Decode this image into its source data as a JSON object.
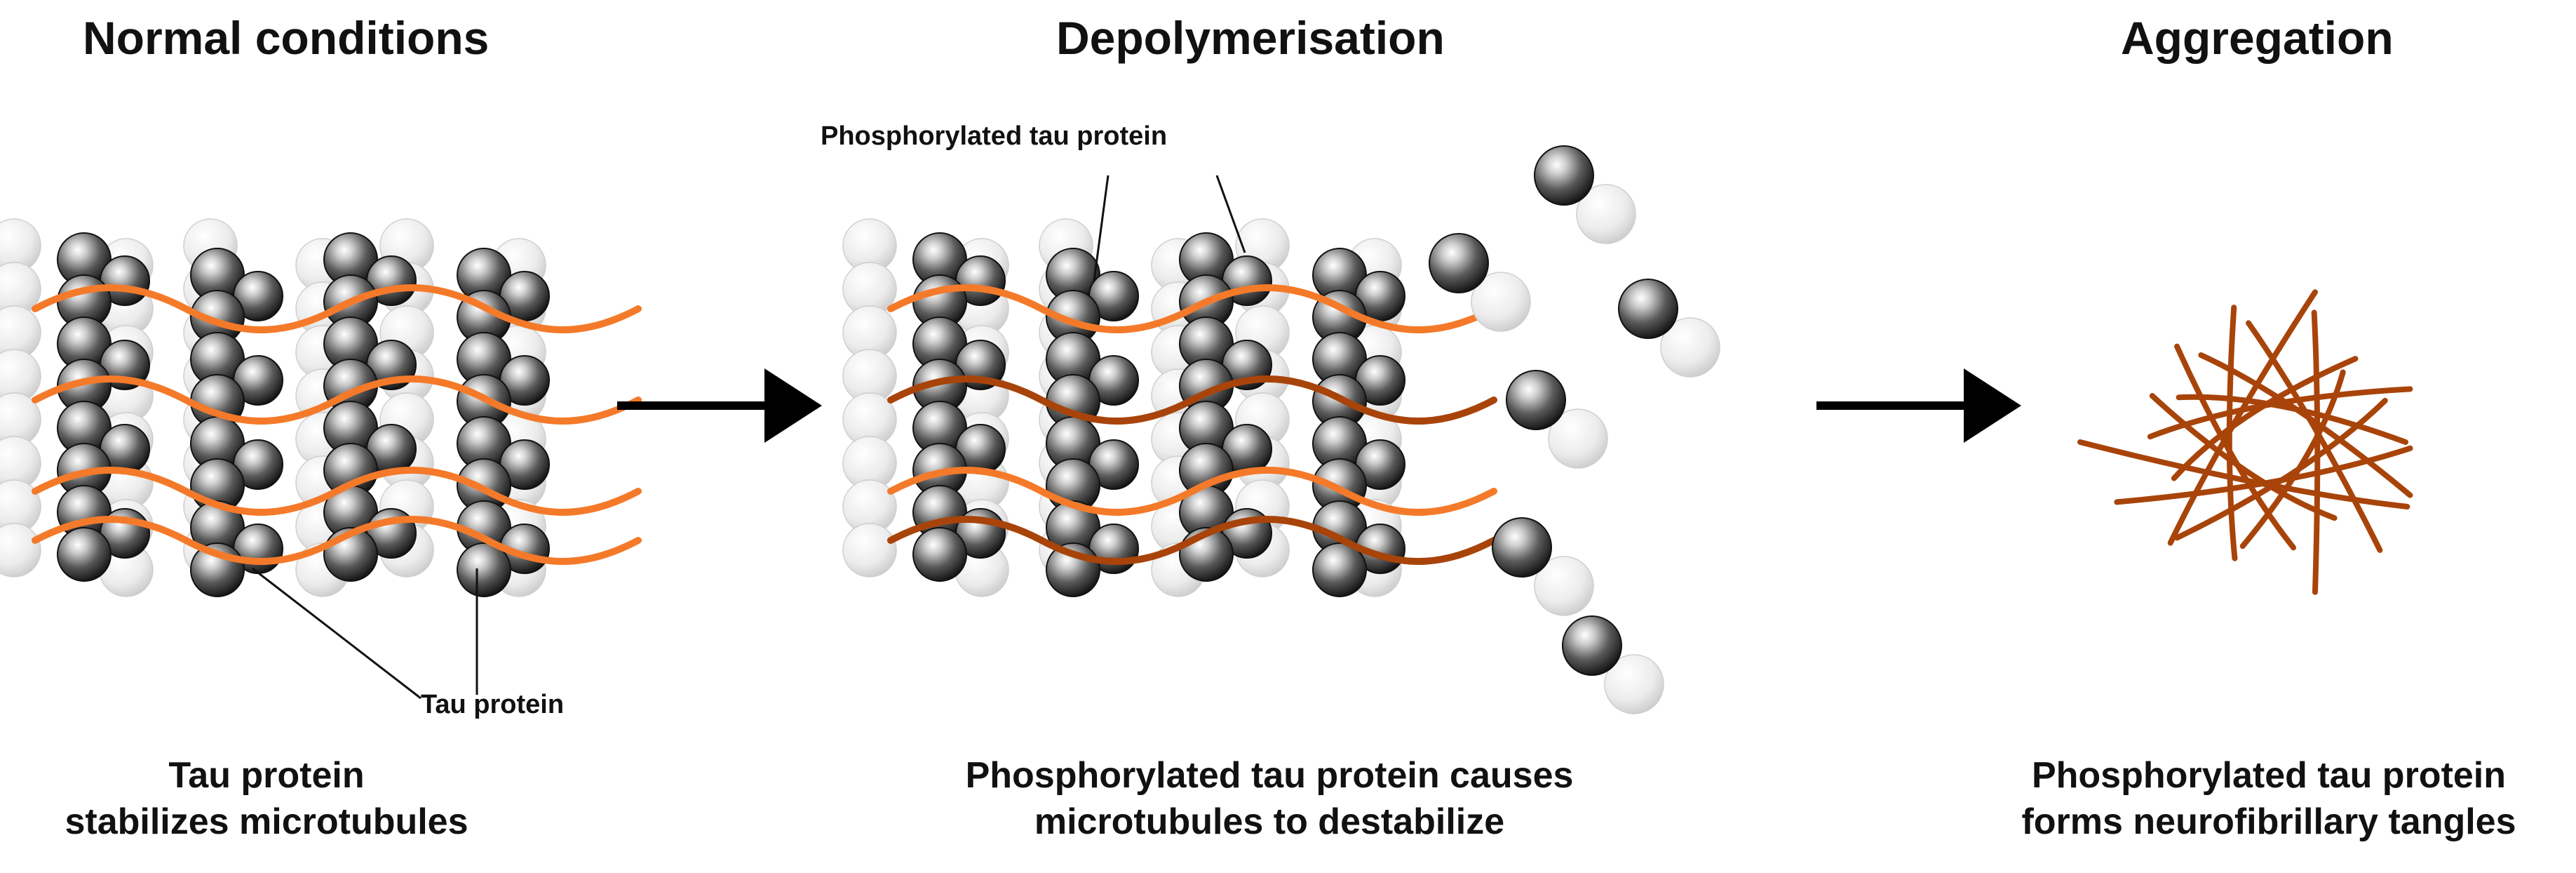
{
  "panels": [
    {
      "heading": "Normal conditions",
      "callout": "Tau protein",
      "caption": [
        "Tau protein",
        "stabilizes microtubules"
      ]
    },
    {
      "heading": "Depolymerisation",
      "callout": "Phosphorylated tau protein",
      "caption": [
        "Phosphorylated tau protein causes",
        "microtubules to destabilize"
      ]
    },
    {
      "heading": "Aggregation",
      "caption": [
        "Phosphorylated tau protein",
        "forms neurofibrillary tangles"
      ]
    }
  ],
  "colors": {
    "tau_normal": "#f47a2a",
    "tau_phosphorylated": "#a8440a",
    "tubulin_dark": "#2a2a2a",
    "tubulin_light": "#dcdcdc",
    "arrow": "#000000"
  }
}
